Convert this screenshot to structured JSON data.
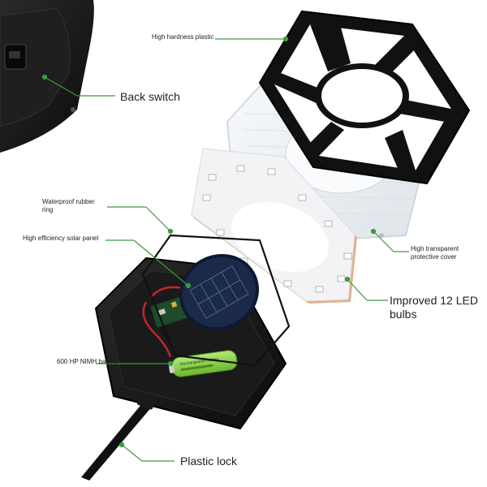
{
  "labels": {
    "high_hardness_plastic": "High hardness plastic",
    "back_switch": "Back switch",
    "waterproof_rubber_ring": "Waterproof rubber ring",
    "solar_panel": "High efficiency solar panel",
    "transparent_cover": "High transparent protective cover",
    "led_bulbs": "Improved 12 LED bulbs",
    "battery": "600 HP NIMH battery",
    "plastic_lock": "Plastic lock"
  },
  "battery_print": "Rechargeable battery",
  "colors": {
    "leader": "#3d9a3d",
    "frame": "#111111",
    "housing": "#161616",
    "pcb": "#f3f3f6",
    "pcb_edge": "#e3b08a",
    "cover": "#eef1f4",
    "solar": "#1c2a4a",
    "battery": "#8ad14a"
  }
}
